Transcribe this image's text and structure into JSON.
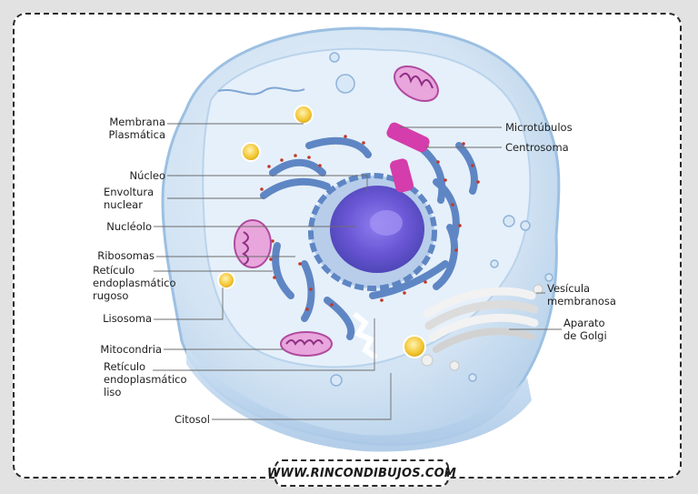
{
  "labels": {
    "membrana_plasmatica": "Membrana\nPlasmática",
    "nucleo": "Núcleo",
    "envoltura_nuclear": "Envoltura\nnuclear",
    "nucleolo": "Nucléolo",
    "ribosomas": "Ribosomas",
    "reticulo_rugoso": "Retículo\nendoplasmático\nrugoso",
    "lisosoma": "Lisosoma",
    "mitocondria": "Mitocondria",
    "reticulo_liso": "Retículo\nendoplasmático\nliso",
    "citosol": "Citosol",
    "microtubulos": "Microtúbulos",
    "centrosoma": "Centrosoma",
    "vesicula": "Vesícula\nmembranosa",
    "golgi": "Aparato\nde Golgi"
  },
  "footer": {
    "watermark": "WWW.RINCONDIBUJOS.COM"
  },
  "colors": {
    "background": "#e2e2e2",
    "cytoplasm": "#d6e6f5",
    "membrane": "#9cc0e2",
    "er": "#5f86c4",
    "nucleus": "#7f62d6",
    "centrosome": "#d43dab",
    "mitochondria": "#c85fb6",
    "lysosome": "#f0c93a",
    "ribosome": "#c0392b"
  }
}
